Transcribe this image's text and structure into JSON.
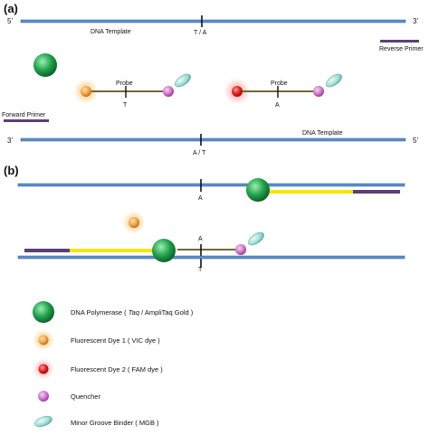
{
  "panels": {
    "a": "(a)",
    "b": "(b)"
  },
  "strand_ends": {
    "five_prime": "5’",
    "three_prime": "3’"
  },
  "labels": {
    "dna_template": "DNA Template",
    "reverse_primer": "Reverse Primer",
    "forward_primer": "Forward Primer",
    "probe": "Probe",
    "snp_top": "T / A",
    "snp_bottom": "A / T",
    "base_t": "T",
    "base_a": "A"
  },
  "legend": [
    {
      "symbol": "polymerase",
      "pre": "DNA Polymerase ( ",
      "italic": "Taq",
      "post": " / AmpliTaq Gold )"
    },
    {
      "symbol": "vic-dye",
      "pre": "Fluorescent Dye 1 ( VIC dye )",
      "italic": "",
      "post": ""
    },
    {
      "symbol": "fam-dye",
      "pre": "Fluorescent Dye 2 ( FAM dye )",
      "italic": "",
      "post": ""
    },
    {
      "symbol": "quencher",
      "pre": "Quencher",
      "italic": "",
      "post": ""
    },
    {
      "symbol": "mgb",
      "pre": "Minor Groove Binder ( MGB )",
      "italic": "",
      "post": ""
    }
  ],
  "colors": {
    "dna_strand": "#5b8fd0",
    "primer": "#5a3f7a",
    "probe_line": "#6f6a3a",
    "extension": "#f2e800",
    "polymerase": "#1fa04a",
    "vic": "#f0a040",
    "fam": "#e02020",
    "quencher": "#cf6fc8",
    "mgb": "#9fded6"
  }
}
